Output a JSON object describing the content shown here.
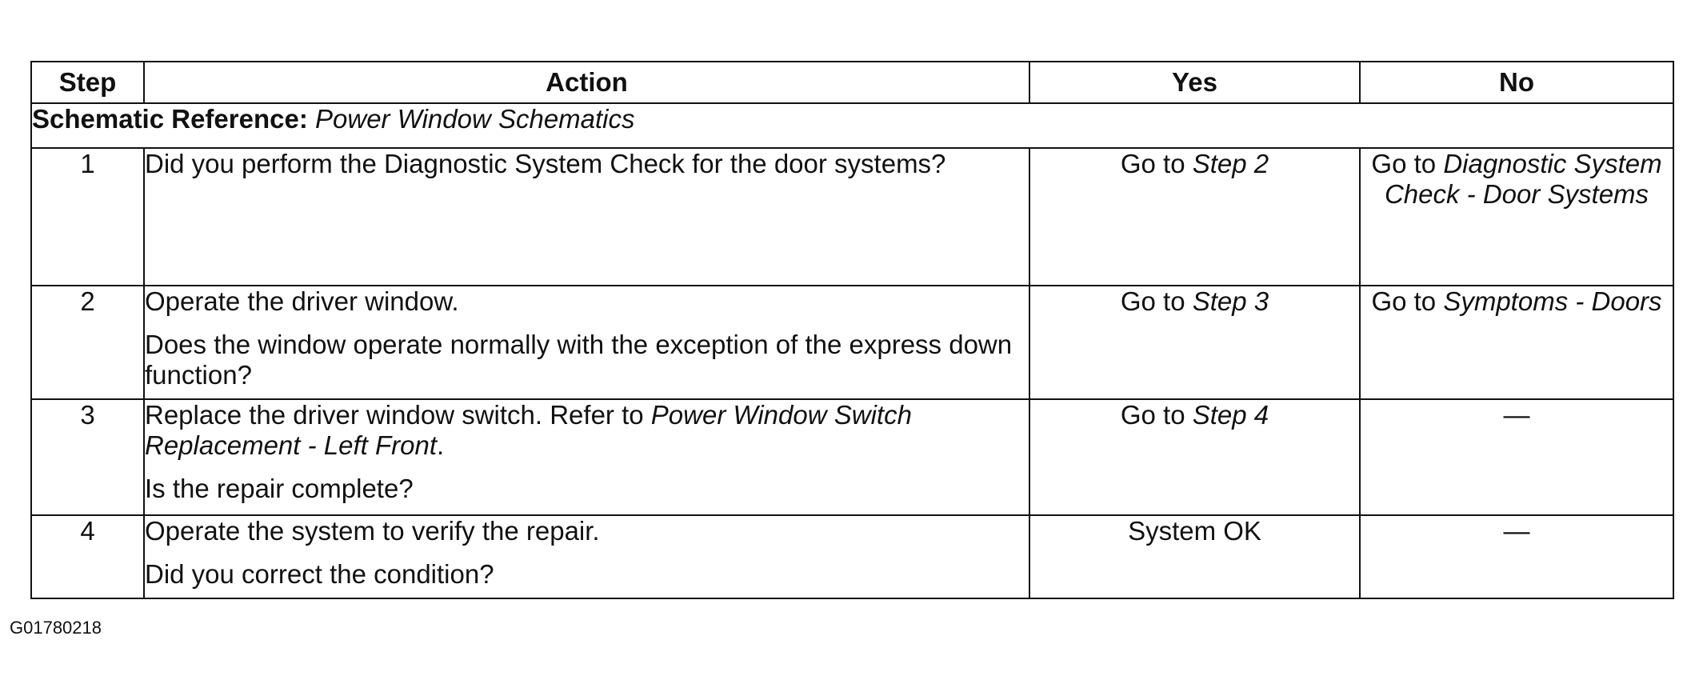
{
  "table": {
    "headers": {
      "step": "Step",
      "action": "Action",
      "yes": "Yes",
      "no": "No"
    },
    "schematic_reference": {
      "label": "Schematic Reference:",
      "value": "Power Window Schematics"
    },
    "rows": [
      {
        "step": "1",
        "action": [
          {
            "text": "Did you perform the Diagnostic System Check for the door systems?"
          }
        ],
        "yes_prefix": "Go to ",
        "yes_link": "Step 2",
        "no_prefix": "Go to ",
        "no_link": "Diagnostic System Check - Door Systems"
      },
      {
        "step": "2",
        "action": [
          {
            "text": "Operate the driver window."
          },
          {
            "text": "Does the window operate normally with the exception of the express down function?"
          }
        ],
        "yes_prefix": "Go to ",
        "yes_link": "Step 3",
        "no_prefix": "Go to ",
        "no_link": "Symptoms - Doors"
      },
      {
        "step": "3",
        "action_intro": "Replace the driver window switch. Refer to ",
        "action_link": "Power Window Switch Replacement - Left Front",
        "action_end": ".",
        "action_question": "Is the repair complete?",
        "yes_prefix": "Go to ",
        "yes_link": "Step 4",
        "no": "—"
      },
      {
        "step": "4",
        "action": [
          {
            "text": "Operate the system to verify the repair."
          },
          {
            "text": "Did you correct the condition?"
          }
        ],
        "yes": "System OK",
        "no": "—"
      }
    ]
  },
  "figure_id": "G01780218"
}
